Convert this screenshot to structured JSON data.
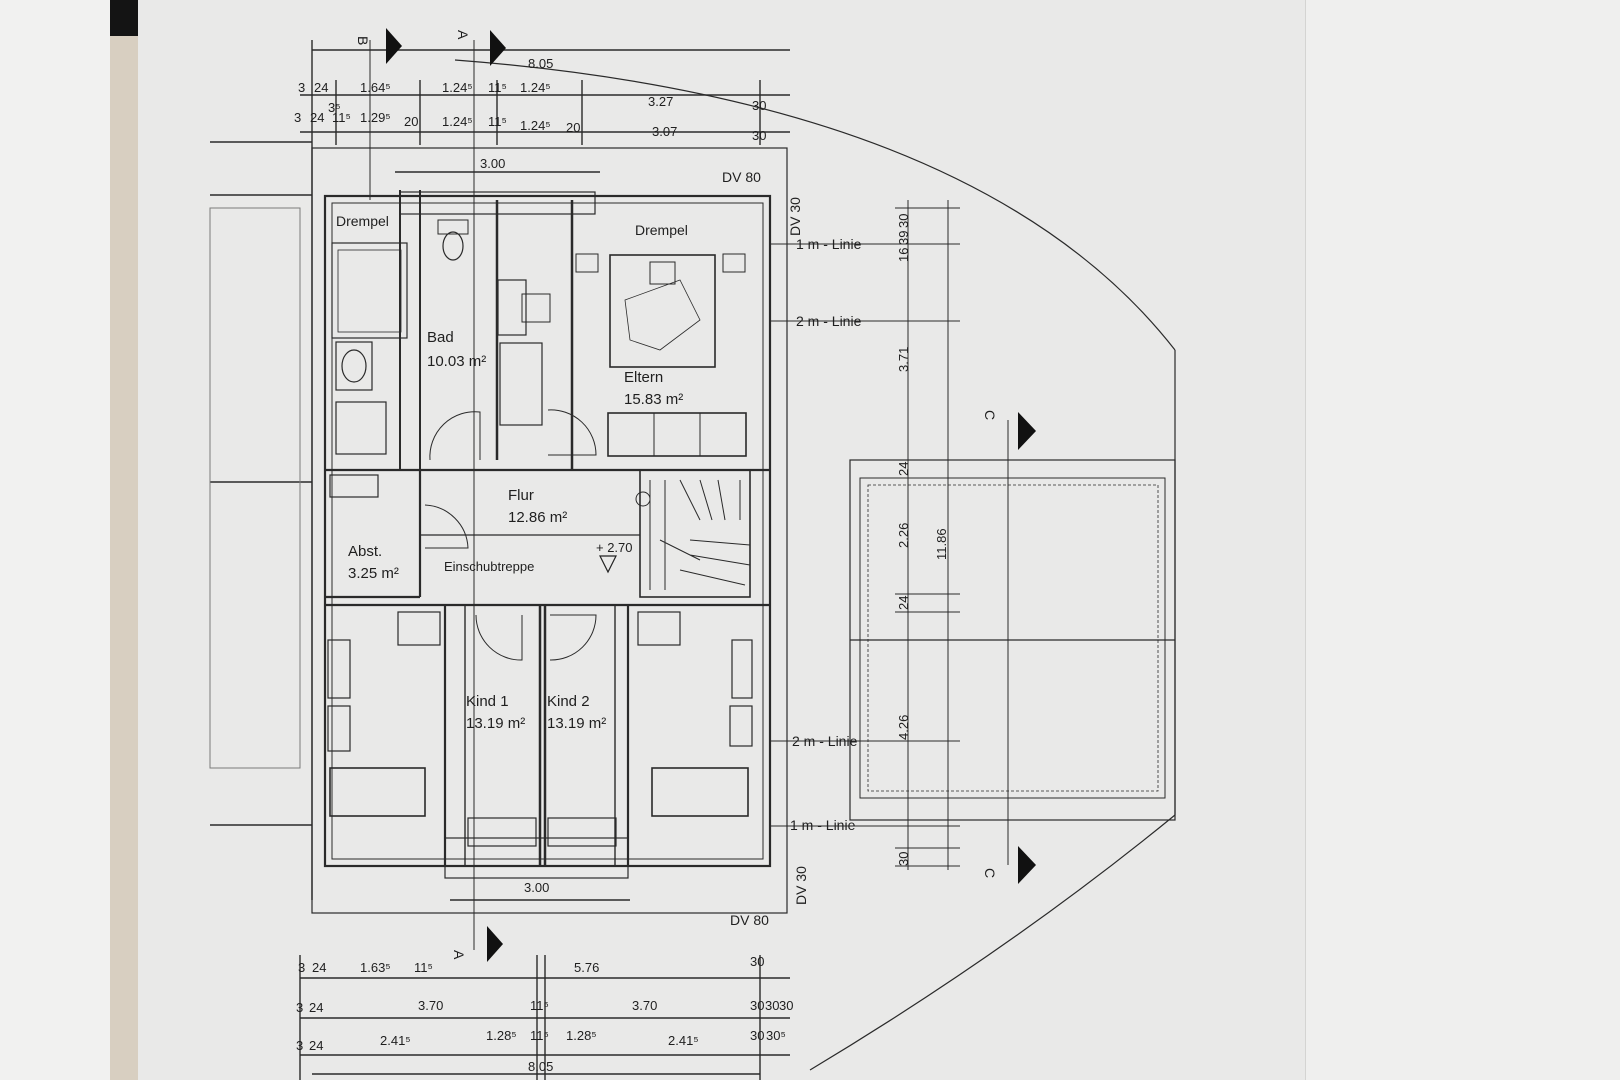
{
  "dimensions": {
    "top_overall": "8.05",
    "top_row1": [
      "3",
      "24",
      "1.64⁵",
      "1.24⁵",
      "11⁵",
      "1.24⁵",
      "3.27",
      "30"
    ],
    "top_row2": [
      "3",
      "24",
      "3⁵",
      "11⁵",
      "1.29⁵",
      "20",
      "1.24⁵",
      "11⁵",
      "1.24⁵",
      "20",
      "3.07",
      "30"
    ],
    "top_inner": "3.00",
    "bottom_inner": "3.00",
    "bottom_row1": [
      "3",
      "24",
      "1.63⁵",
      "11⁵",
      "5.76",
      "30"
    ],
    "bottom_row2": [
      "3",
      "24",
      "3.70",
      "11⁵",
      "3.70",
      "30",
      "30",
      "30"
    ],
    "bottom_row3": [
      "3",
      "24",
      "2.41⁵",
      "1.28⁵",
      "11⁵",
      "1.28⁵",
      "2.41⁵",
      "30",
      "30⁵"
    ],
    "bottom_overall": "8.05",
    "right_vertical": [
      "16",
      "39",
      "30",
      "3.71",
      "24",
      "2.26",
      "24",
      "4.26",
      "30"
    ],
    "right_total": "11.86"
  },
  "section_marks": {
    "a": "A",
    "b": "B",
    "c": "C"
  },
  "annotations": {
    "dv_top": "DV 80",
    "dv_bottom": "DV 80",
    "dv30_top": "DV 30",
    "dv30_bottom": "DV 30",
    "line_1m_top": "1 m - Linie",
    "line_2m_top": "2 m - Linie",
    "line_2m_bottom": "2 m - Linie",
    "line_1m_bottom": "1 m - Linie",
    "level": "+ 2.70",
    "stair": "Einschubtreppe",
    "drempel_left": "Drempel",
    "drempel_right": "Drempel"
  },
  "rooms": {
    "bad": {
      "name": "Bad",
      "area": "10.03 m²"
    },
    "eltern": {
      "name": "Eltern",
      "area": "15.83 m²"
    },
    "flur": {
      "name": "Flur",
      "area": "12.86 m²"
    },
    "abst": {
      "name": "Abst.",
      "area": "3.25 m²"
    },
    "kind1": {
      "name": "Kind 1",
      "area": "13.19 m²"
    },
    "kind2": {
      "name": "Kind 2",
      "area": "13.19 m²"
    }
  }
}
